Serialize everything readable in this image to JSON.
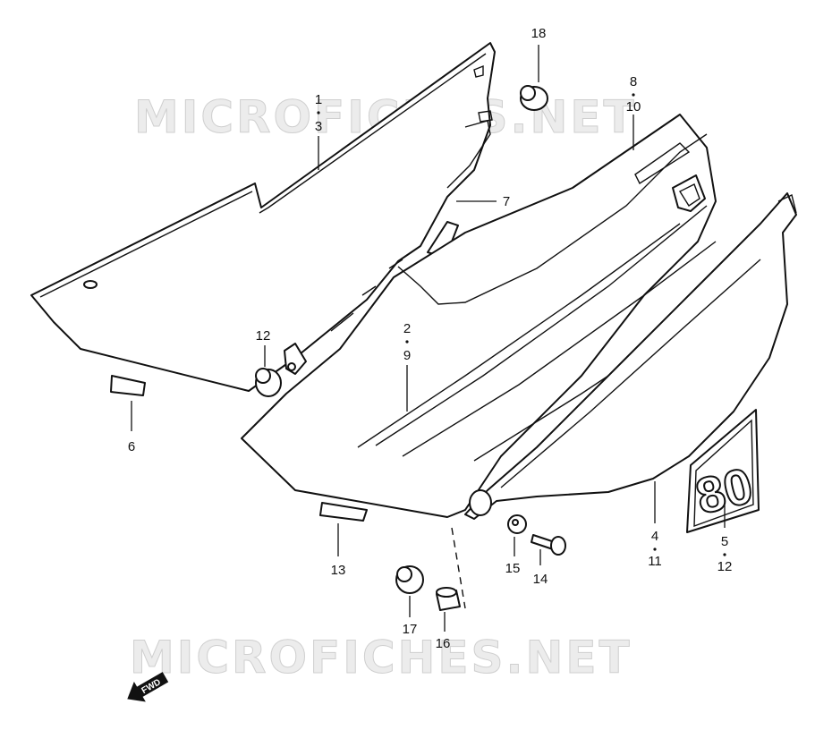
{
  "watermark": "MICROFICHES.NET",
  "fwd_label": "FWD",
  "decal_number": "80",
  "callouts": {
    "c1": [
      "1",
      "3"
    ],
    "c2": [
      "2",
      "9"
    ],
    "c4": [
      "4",
      "11"
    ],
    "c5": [
      "5",
      "12"
    ],
    "c6": [
      "6"
    ],
    "c7": [
      "7"
    ],
    "c8": [
      "8",
      "10"
    ],
    "c12": [
      "12"
    ],
    "c13": [
      "13"
    ],
    "c14": [
      "14"
    ],
    "c15": [
      "15"
    ],
    "c16": [
      "16"
    ],
    "c17": [
      "17"
    ],
    "c18": [
      "18"
    ]
  }
}
